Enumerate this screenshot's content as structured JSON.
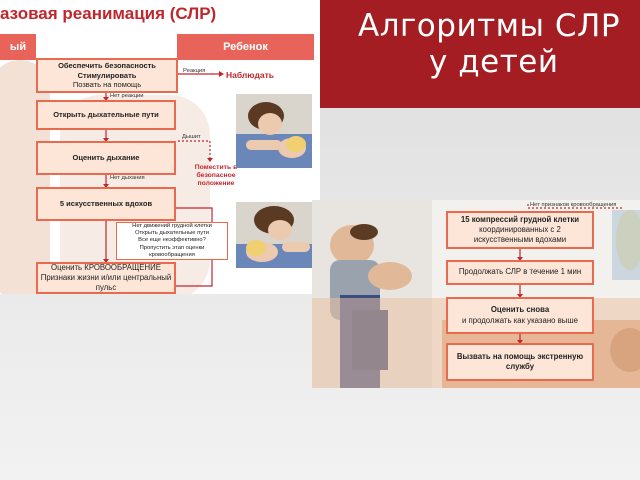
{
  "banner": {
    "line1": "Алгоритмы СЛР",
    "line2": "у детей",
    "bg_color": "#a31d22"
  },
  "left_slide": {
    "title": "азовая реанимация (СЛР)",
    "tab_left": "ый",
    "tab_right": "Ребенок",
    "box1": {
      "line1": "Обеспечить безопасность",
      "line2": "Стимулировать",
      "line3": "Позвать на помощь"
    },
    "note_reaction": "Реакция",
    "observe": "Наблюдать",
    "note_no_reaction": "Нет реакции",
    "box2": "Открыть дыхательные пути",
    "note_breathing": "Дышит",
    "box3": "Оценить дыхание",
    "recovery": {
      "line1": "Поместить в",
      "line2": "безопасное",
      "line3": "положение"
    },
    "note_no_breathing": "Нет дыхания",
    "box4": "5 искусственных вдохов",
    "check": {
      "line1": "Нет движений грудной клетки",
      "line2": "Открыть дыхательные пути",
      "line3": "Все еще неэффективно?",
      "line4": "Пропустить этап оценки",
      "line5": "кровообращения"
    },
    "box5": {
      "line1": "Оценить КРОВООБРАЩЕНИЕ",
      "line2": "Признаки жизни и/или центральный",
      "line3": "пульс"
    }
  },
  "right_slide": {
    "note_no_circ": "Нет признаков кровообращения",
    "box1": {
      "line1": "15 компрессий грудной клетки",
      "line2": "координированных с 2",
      "line3": "искусственными вдохами"
    },
    "box2": "Продолжать СЛР в течение 1 мин",
    "box3": {
      "line1": "Оценить снова",
      "line2": "и продолжать как указано выше"
    },
    "box4": {
      "line1": "Вызвать на помощь экстренную",
      "line2": "службу"
    }
  },
  "colors": {
    "accent": "#e86a4f",
    "box_fill": "#fde6d8",
    "title_red": "#c0272d",
    "arrow": "#c0272d"
  }
}
